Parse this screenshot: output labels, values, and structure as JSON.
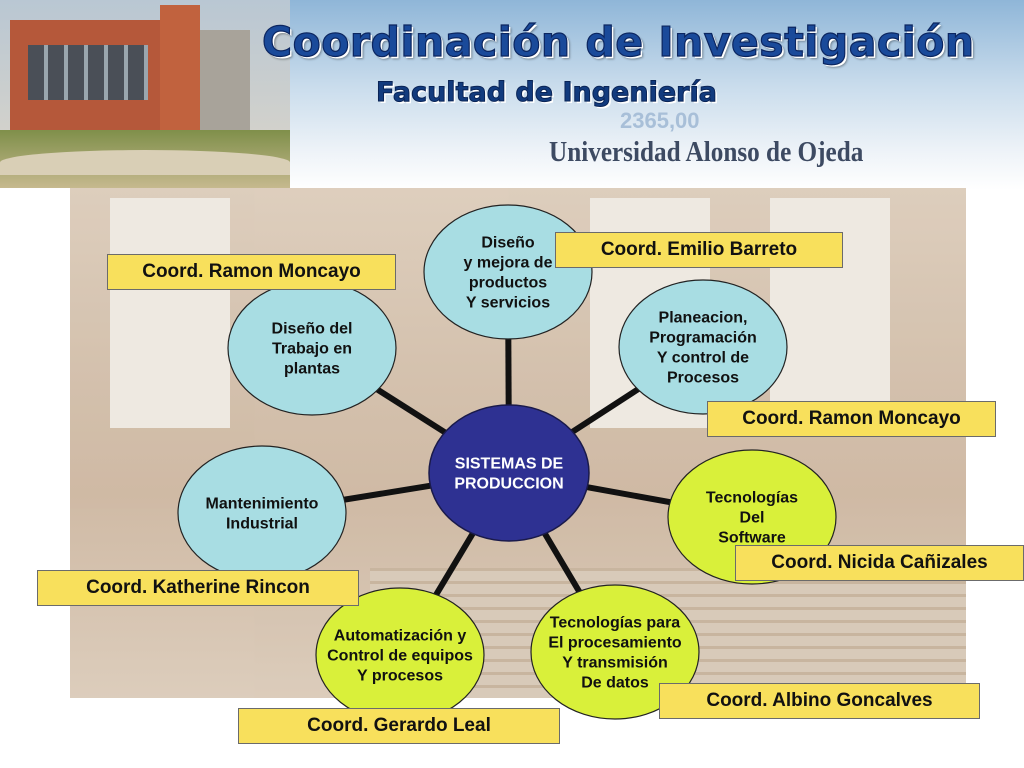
{
  "header": {
    "title": "Coordinación de Investigación",
    "subtitle": "Facultad de Ingeniería",
    "university": "Universidad Alonso de Ojeda",
    "bg_number": "2365,00"
  },
  "diagram": {
    "center": {
      "text": [
        "SISTEMAS DE",
        "PRODUCCION"
      ],
      "color": "#2e3192"
    },
    "nodes": [
      {
        "id": "diseno-productos",
        "text": [
          "Diseño",
          "y mejora de",
          "productos",
          "Y servicios"
        ],
        "color": "#a8dde3"
      },
      {
        "id": "planeacion",
        "text": [
          "Planeacion,",
          "Programación",
          "Y control de",
          "Procesos"
        ],
        "color": "#a8dde3"
      },
      {
        "id": "tecnologias-software",
        "text": [
          "Tecnologías",
          "Del",
          "Software"
        ],
        "color": "#d9f03a"
      },
      {
        "id": "tecnologias-datos",
        "text": [
          "Tecnologías para",
          "El procesamiento",
          "Y transmisión",
          "De datos"
        ],
        "color": "#d9f03a"
      },
      {
        "id": "automatizacion",
        "text": [
          "Automatización y",
          "Control de equipos",
          "Y procesos"
        ],
        "color": "#d9f03a"
      },
      {
        "id": "mantenimiento",
        "text": [
          "Mantenimiento",
          "Industrial"
        ],
        "color": "#a8dde3"
      },
      {
        "id": "diseno-trabajo",
        "text": [
          "Diseño del",
          "Trabajo en",
          "plantas"
        ],
        "color": "#a8dde3"
      }
    ],
    "coordinators": [
      {
        "id": "emilio",
        "text": "Coord. Emilio Barreto"
      },
      {
        "id": "ramon-1",
        "text": "Coord. Ramon Moncayo"
      },
      {
        "id": "ramon-2",
        "text": "Coord. Ramon Moncayo"
      },
      {
        "id": "nicida",
        "text": "Coord. Nicida Cañizales"
      },
      {
        "id": "katherine",
        "text": "Coord. Katherine Rincon"
      },
      {
        "id": "albino",
        "text": "Coord. Albino Goncalves"
      },
      {
        "id": "gerardo",
        "text": "Coord. Gerardo Leal"
      }
    ],
    "colors": {
      "label_fill": "#f8e05c",
      "connector": "#111111"
    }
  }
}
